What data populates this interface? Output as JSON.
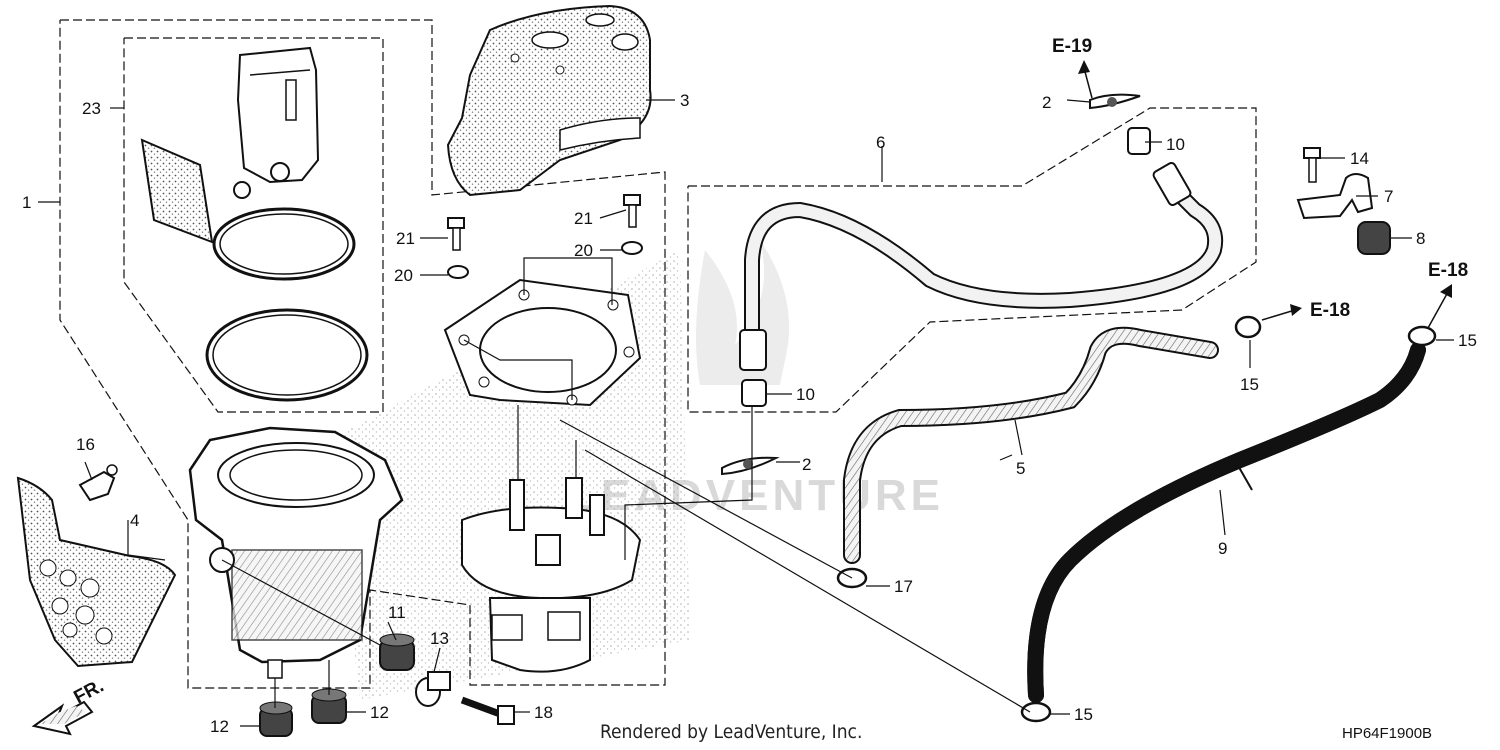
{
  "diagram": {
    "footer_text": "Rendered by LeadVenture, Inc.",
    "drawing_code": "HP64F1900B",
    "watermark": "LEADVENTURE",
    "ref_labels": {
      "e19": "E-19",
      "e18_mid": "E-18",
      "e18_right": "E-18"
    },
    "front_label": "FR.",
    "callouts": {
      "c1": "1",
      "c2a": "2",
      "c2b": "2",
      "c3": "3",
      "c4": "4",
      "c5": "5",
      "c6": "6",
      "c7": "7",
      "c8": "8",
      "c9": "9",
      "c10a": "10",
      "c10b": "10",
      "c11": "11",
      "c12a": "12",
      "c12b": "12",
      "c13": "13",
      "c14": "14",
      "c15a": "15",
      "c15b": "15",
      "c15c": "15",
      "c16": "16",
      "c17": "17",
      "c18": "18",
      "c20a": "20",
      "c20b": "20",
      "c21a": "21",
      "c21b": "21",
      "c23": "23"
    }
  }
}
